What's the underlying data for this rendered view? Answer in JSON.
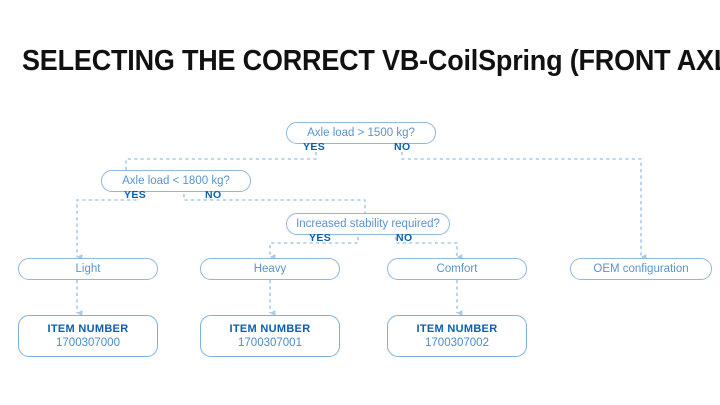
{
  "page": {
    "title": "SELECTING THE CORRECT VB-CoilSpring (FRONT AXLE)",
    "background_color": "#ffffff"
  },
  "colors": {
    "title_text": "#111111",
    "node_border": "#8fb8de",
    "node_text": "#5b93cf",
    "branch_label": "#0b5fae",
    "connector": "#a8cbe8",
    "item_border": "#7db0dd",
    "item_label": "#0b5fae",
    "item_value": "#4a8cc9"
  },
  "flowchart": {
    "decisions": [
      {
        "id": "axle-load-1500",
        "question": "Axle load > 1500 kg?",
        "yes_label": "YES",
        "no_label": "NO"
      },
      {
        "id": "axle-load-1800",
        "question": "Axle load < 1800 kg?",
        "yes_label": "YES",
        "no_label": "NO"
      },
      {
        "id": "increased-stability",
        "question": "Increased stability required?",
        "yes_label": "YES",
        "no_label": "NO"
      }
    ],
    "results": [
      {
        "id": "light",
        "label": "Light"
      },
      {
        "id": "heavy",
        "label": "Heavy"
      },
      {
        "id": "comfort",
        "label": "Comfort"
      },
      {
        "id": "oem",
        "label": "OEM configuration"
      }
    ],
    "item_numbers": [
      {
        "id": "item-light",
        "label": "ITEM NUMBER",
        "value": "1700307000"
      },
      {
        "id": "item-heavy",
        "label": "ITEM NUMBER",
        "value": "1700307001"
      },
      {
        "id": "item-comfort",
        "label": "ITEM NUMBER",
        "value": "1700307002"
      }
    ]
  }
}
